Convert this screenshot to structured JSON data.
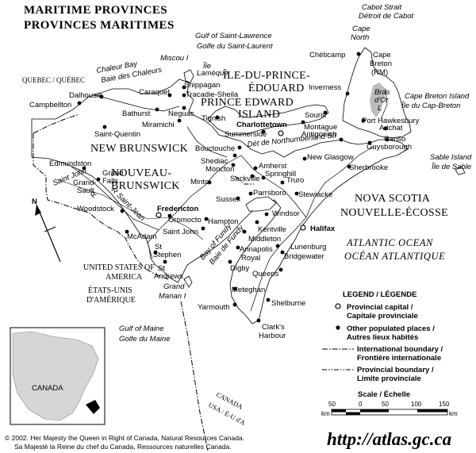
{
  "title": {
    "line1": "MARITIME PROVINCES",
    "line2": "PROVINCES MARITIMES"
  },
  "provinces": {
    "nb_en": "NEW BRUNSWICK",
    "nb_fr1": "NOUVEAU-",
    "nb_fr2": "BRUNSWICK",
    "pei_fr1": "ÎLE-DU-PRINCE-",
    "pei_fr2": "ÉDOUARD",
    "pei_en1": "PRINCE EDWARD",
    "pei_en2": "ISLAND",
    "ns_en": "NOVA SCOTIA",
    "ns_fr": "NOUVELLE-ÉCOSSE"
  },
  "countries": {
    "usa1": "UNITED STATES OF",
    "usa2": "AMERICA",
    "eu1": "ÉTATS-UNIS",
    "eu2": "D'AMÉRIQUE",
    "quebec": "QUEBEC / QUÉBEC",
    "canada_border": "CANADA",
    "usa_border": "USA / É-U d'A"
  },
  "water": {
    "cabot1": "Cabot Strait",
    "cabot2": "Détroit de Cabot",
    "gsl1": "Gulf of Saint-Lawrence",
    "gsl2": "Golfe du Saint-Laurent",
    "chaleur1": "Chaleur Bay",
    "chaleur2": "Baie des Chaleurs",
    "north": "Northumberland Str",
    "north_pre": "Dét de",
    "fundy1": "Bay of Fundy",
    "fundy2": "Baie de Fundy",
    "maine1": "Gulf of Maine",
    "maine2": "Golfe du Maine",
    "ocean1": "ATLANTIC OCEAN",
    "ocean2": "OCÉAN ATLANTIQUE",
    "stjohn": "Saint John",
    "stjohn_r": "R",
    "stjean": "R Saint-Jean"
  },
  "islands": {
    "miscou": "Miscou I",
    "lameque1": "Île",
    "lameque2": "Lamèque",
    "cbi1": "Cape Breton Island",
    "cbi2": "Île du Cap-Breton",
    "sable1": "Sable Island",
    "sable2": "Île de Sable",
    "grandmanan1": "Grand",
    "grandmanan2": "Manan I",
    "capenorth1": "Cape",
    "capenorth2": "North",
    "cbrm1": "Cape",
    "cbrm2": "Breton",
    "cbrm3": "(RM)",
    "brasdor1": "Bras",
    "brasdor2": "d'Or",
    "brasdor3": "L"
  },
  "capitals": {
    "fredericton": "Fredericton",
    "charlottetown": "Charlottetown",
    "halifax": "Halifax"
  },
  "places": {
    "campbellton": "Campbellton",
    "dalhousie": "Dalhousie",
    "bathurst": "Bathurst",
    "caraquet": "Caraquet",
    "shippagan": "Shippagan",
    "tracadie": "Tracadie-Sheila",
    "neguac": "Neguac",
    "miramichi": "Miramichi",
    "saintquentin": "Saint-Quentin",
    "edmundston": "Edmundston",
    "grandfalls1": "Grand",
    "grandfalls2": "Falls",
    "grandsault1": "Grand-",
    "grandsault2": "Sault",
    "woodstock": "Woodstock",
    "oromocto": "Oromocto",
    "mcadam": "McAdam",
    "ststephen1": "St",
    "ststephen2": "Stephen",
    "standrews1": "St",
    "standrews2": "Andrews",
    "saintjohn": "Saint John",
    "hampton": "Hampton",
    "sussex": "Sussex",
    "minto": "Minto",
    "moncton": "Moncton",
    "shediac": "Shediac",
    "bouctouche": "Bouctouche",
    "sackville": "Sackville",
    "amherst": "Amherst",
    "springhill": "Springhill",
    "truro": "Truro",
    "parrsboro": "Parrsboro",
    "stewiacke": "Stewiacke",
    "windsor": "Windsor",
    "kentville": "Kentville",
    "middleton": "Middleton",
    "annapolis1": "Annapolis",
    "annapolis2": "Royal",
    "digby": "Digby",
    "bridgewater": "Bridgewater",
    "lunenburg": "Lunenburg",
    "queens": "Queens",
    "meteghan": "Meteghan",
    "yarmouth": "Yarmouth",
    "shelburne": "Shelburne",
    "clarks1": "Clark's",
    "clarks2": "Harbour",
    "newglasgow": "New Glasgow",
    "antigonish": "Antigonish",
    "sherbrooke": "Sherbrooke",
    "guysborough": "Guysborough",
    "canso": "Canso",
    "arichat": "Arichat",
    "porthawk": "Port Hawkesbury",
    "inverness": "Inverness",
    "cheticamp": "Chéticamp",
    "tignish": "Tignish",
    "summerside": "Summerside",
    "souris": "Souris",
    "montague": "Montague"
  },
  "legend": {
    "title": "LEGEND / LÉGENDE",
    "cap1": "Provincial capital /",
    "cap2": "Capitale provinciale",
    "oth1": "Other populated places /",
    "oth2": "Autres lieux habités",
    "intl1": "International boundary /",
    "intl2": "Frontière internationale",
    "prov1": "Provincial boundary /",
    "prov2": "Limite provinciale"
  },
  "scale": {
    "title": "Scale / Échelle",
    "unit": "km",
    "ticks": [
      "50",
      "0",
      "50",
      "100",
      "150"
    ]
  },
  "inset": {
    "label": "CANADA"
  },
  "north": "N",
  "footer": {
    "copy1": "© 2002.  Her Majesty the Queen in Right of Canada, Natural Resources Canada.",
    "copy2": "Sa Majesté la Reine du chef du Canada, Ressources naturelles Canada.",
    "url": "http://atlas.gc.ca"
  },
  "colors": {
    "land": "#ffffff",
    "water": "#ffffff",
    "shade": "#bdbdbd",
    "ink": "#000000"
  }
}
